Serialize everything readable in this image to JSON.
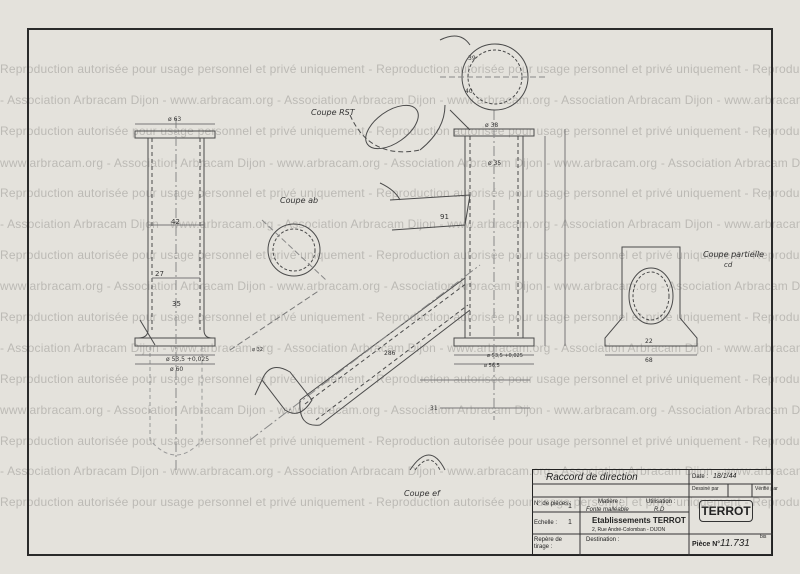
{
  "watermark": {
    "line_a": "Reproduction autorisée pour usage personnel et privé uniquement - Reproduction autorisée pour usage personnel et privé uniquement - Reproduction autorisée pour usage personnel et privé uniquement",
    "line_b": "- Association Arbracam Dijon - www.arbracam.org - Association Arbracam Dijon - www.arbracam.org - Association Arbracam Dijon - www.arbracam.org - Association Arbracam Dijon",
    "line_c": "www.arbracam.org - Association Arbracam Dijon - www.arbracam.org - Association Arbracam Dijon - www.arbracam.org - Association Arbracam Dijon - www.arbracam.org"
  },
  "drawing": {
    "section_rst": "Coupe RST",
    "section_ab": "Coupe ab",
    "section_ef": "Coupe ef",
    "section_partial": "Coupe partielle",
    "section_partial_sub": "cd",
    "dims": {
      "d63": "ø 63",
      "d42": "42",
      "d27": "27",
      "d35": "35",
      "d60": "ø 60",
      "d53": "ø 53,5 +0,025",
      "d39": "39",
      "d40": "40",
      "d38": "ø 38",
      "d35b": "ø 35",
      "d91": "91",
      "d68": "68",
      "d22": "22",
      "d53b": "ø 53,5 +0,025",
      "d56": "ø 56,5",
      "d286": "286",
      "d31": "31",
      "d32": "ø 32"
    }
  },
  "title_block": {
    "part_name_label": "Raccord de direction",
    "date_label": "Date :",
    "date_value": "18/1/44",
    "drawn_label": "Dessiné par",
    "checked_label": "Vérifié par",
    "qty_label": "N° de pièces :",
    "qty_value": "1",
    "material_label": "Matière :",
    "material_value": "Fonte malléable",
    "use_label": "Utilisation :",
    "use_value": "R.D",
    "scale_label": "Echelle :",
    "scale_value": "1",
    "company": "Etablissements TERROT",
    "company_address": "2, Rue André-Colomban - DIJON",
    "brand": "TERROT",
    "ref_label": "Repère de tirage :",
    "dest_label": "Destination :",
    "part_no_label": "Pièce N°",
    "part_no_value": "11.731",
    "part_no_suffix": "bis"
  }
}
